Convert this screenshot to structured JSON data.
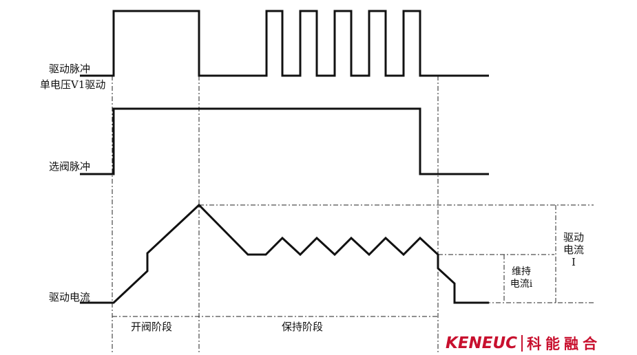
{
  "signals": {
    "drive_pulse": "驱动脉冲",
    "single_voltage": "单电压V1驱动",
    "select_pulse": "选阀脉冲",
    "drive_current": "驱动电流"
  },
  "phases": {
    "open": "开阀阶段",
    "hold": "保持阶段"
  },
  "annotations": {
    "drive_current_line1": "驱动",
    "drive_current_line2": "电流",
    "drive_current_symbol": "I",
    "hold_current_line1": "维持",
    "hold_current_line2": "电流i"
  },
  "logo": {
    "latin": "KENEUC",
    "chinese": "科能融合",
    "color": "#c8102e"
  },
  "colors": {
    "line": "#111111",
    "background": "#ffffff"
  }
}
